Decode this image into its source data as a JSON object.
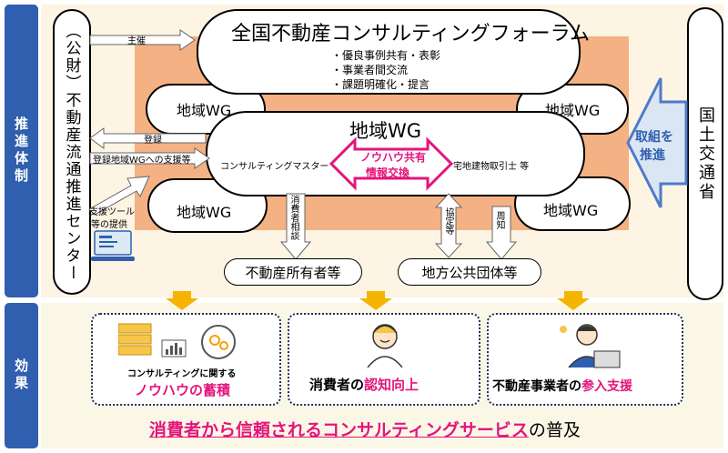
{
  "side_tabs": {
    "top": "推進体制",
    "bottom": "効果"
  },
  "left_org": "（公財）不動産流通推進センター",
  "right_org": "国土交通省",
  "forum": {
    "title": "全国不動産コンサルティングフォーラム",
    "bullets": [
      "・優良事例共有・表彰",
      "・事業者間交流",
      "・課題明確化・提言"
    ]
  },
  "regional_wg": "地域WG",
  "central_wg": {
    "title": "地域WG",
    "left_member": "コンサルティングマスター 等",
    "right_member": "宅地建物取引士 等",
    "exchange": [
      "ノウハウ共有",
      "情報交換"
    ]
  },
  "arrows": {
    "sponsor": "主催",
    "register": "登録",
    "support": "登録地域WGへの支援等",
    "tools": [
      "支援ツール",
      "等の提供"
    ],
    "consult": "消費者相談",
    "agreement": "協定等",
    "notice": "周知",
    "ministry_effort": [
      "取組を",
      "推進"
    ]
  },
  "targets": {
    "owners": "不動産所有者等",
    "local_gov": "地方公共団体等"
  },
  "effects": [
    {
      "small": "コンサルティングに関する",
      "pre": "",
      "highlight": "ノウハウの蓄積"
    },
    {
      "small": "",
      "pre": "消費者の",
      "highlight": "認知向上"
    },
    {
      "small": "",
      "pre": "不動産事業者の",
      "highlight": "参入支援"
    }
  ],
  "conclusion": {
    "highlight": "消費者から信頼されるコンサルティングサービス",
    "rest": "の普及"
  },
  "colors": {
    "tab_blue": "#2f5fae",
    "orange": "#f4b183",
    "pink": "#e4157c",
    "arrow_yellow": "#f5b400",
    "ministry_arrow": "#4f7ac9"
  }
}
